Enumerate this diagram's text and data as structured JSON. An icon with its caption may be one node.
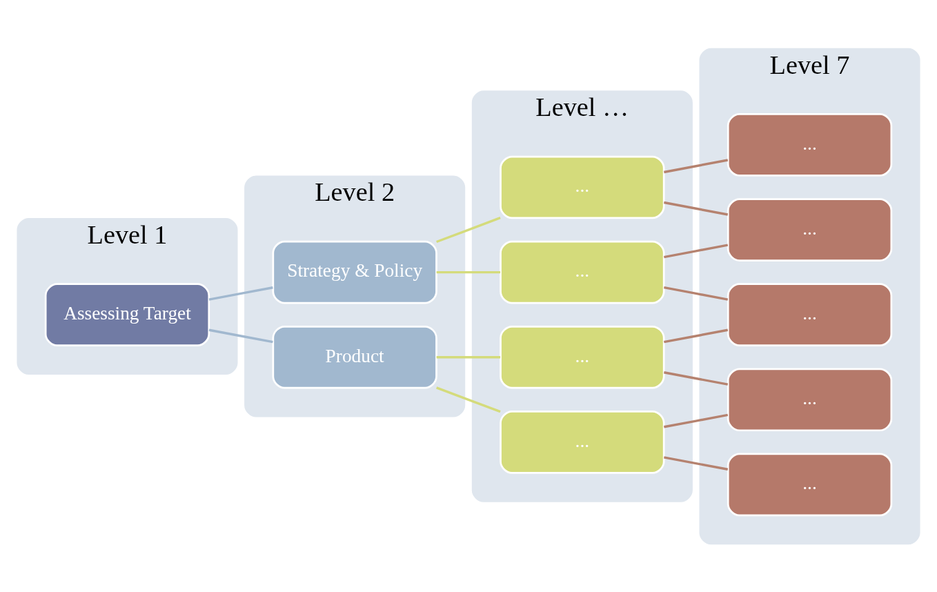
{
  "diagram": {
    "nodes": [
      {
        "text": [
          "Level 1"
        ]
      },
      {
        "text": [
          "Level 2"
        ]
      },
      {
        "text": [
          "Level …"
        ]
      },
      {
        "text": [
          "Level 7"
        ]
      },
      {
        "text": [
          "Assessing Target"
        ],
        "in": 0
      },
      {
        "text": [
          "Strategy & Policy"
        ],
        "in": 1
      },
      {
        "text": [
          "Product"
        ],
        "in": 1
      },
      {
        "text": [
          "..."
        ],
        "in": 2
      },
      {
        "text": [
          "..."
        ],
        "in": 2
      },
      {
        "text": [
          "..."
        ],
        "in": 2
      },
      {
        "text": [
          "..."
        ],
        "in": 2
      },
      {
        "text": [
          "..."
        ],
        "in": 3
      },
      {
        "text": [
          "..."
        ],
        "in": 3
      },
      {
        "text": [
          "..."
        ],
        "in": 3
      },
      {
        "text": [
          "..."
        ],
        "in": 3
      },
      {
        "text": [
          "..."
        ],
        "in": 3
      }
    ],
    "edges": [
      {
        "from": 4,
        "to": 5,
        "arrow": "none",
        "color": "#a1b8cf"
      },
      {
        "from": 4,
        "to": 6,
        "arrow": "none",
        "color": "#a1b8cf"
      },
      {
        "from": 5,
        "to": 7,
        "arrow": "none",
        "color": "#d4db7b"
      },
      {
        "from": 5,
        "to": 8,
        "arrow": "none",
        "color": "#d4db7b"
      },
      {
        "from": 6,
        "to": 9,
        "arrow": "none",
        "color": "#d4db7b"
      },
      {
        "from": 6,
        "to": 10,
        "arrow": "none",
        "color": "#d4db7b"
      },
      {
        "from": 7,
        "to": 11,
        "arrow": "none"
      },
      {
        "from": 7,
        "to": 12,
        "arrow": "none"
      },
      {
        "from": 8,
        "to": 12,
        "arrow": "none"
      },
      {
        "from": 8,
        "to": 13,
        "arrow": "none"
      },
      {
        "from": 9,
        "to": 13,
        "arrow": "none"
      },
      {
        "from": 9,
        "to": 14,
        "arrow": "none"
      },
      {
        "from": 10,
        "to": 14,
        "arrow": "none"
      },
      {
        "from": 10,
        "to": 15,
        "arrow": "none"
      }
    ]
  }
}
